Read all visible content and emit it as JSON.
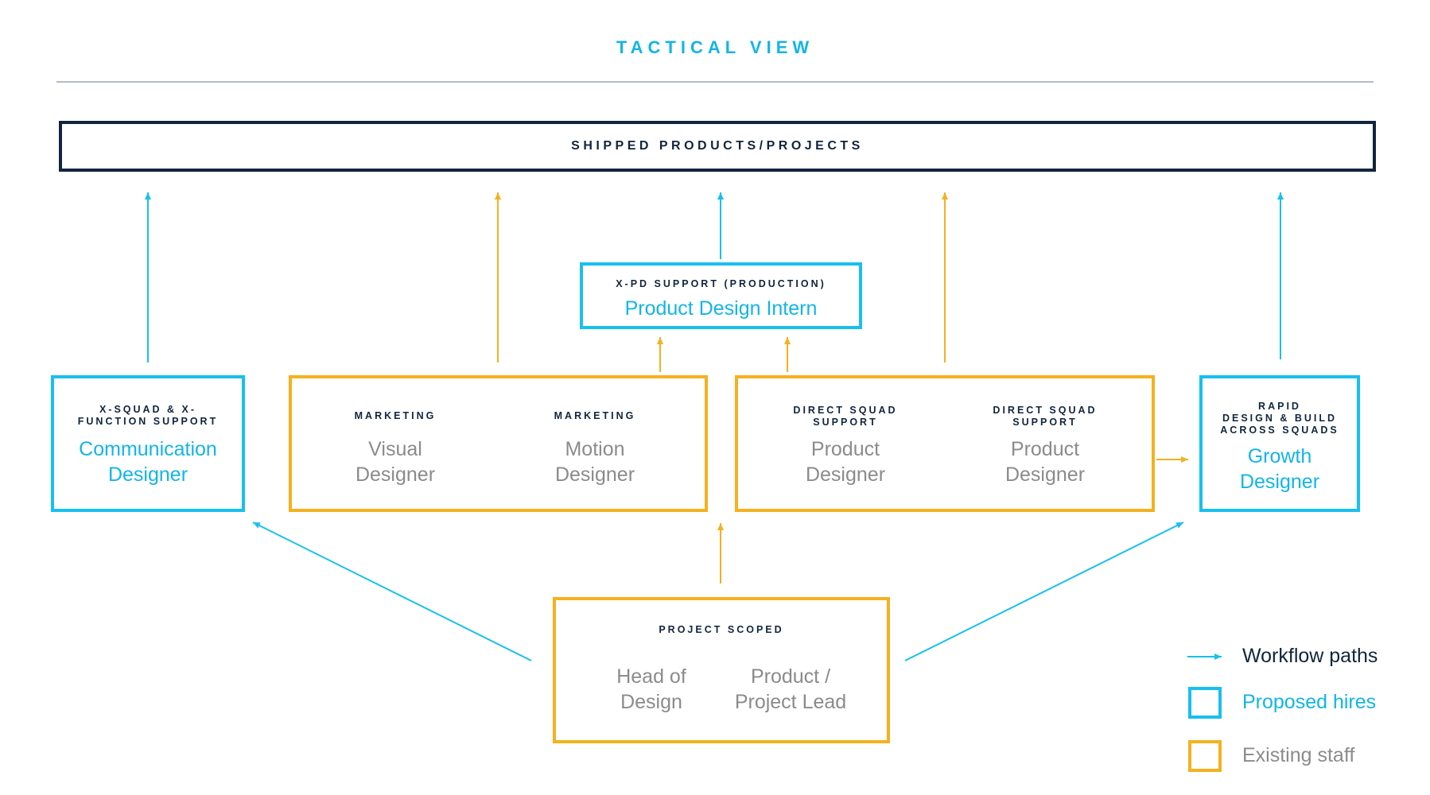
{
  "header": {
    "title": "TACTICAL VIEW"
  },
  "shipped": {
    "label": "SHIPPED PRODUCTS/PROJECTS"
  },
  "intern": {
    "caption": "X-PD SUPPORT (PRODUCTION)",
    "role": "Product Design Intern"
  },
  "communication": {
    "caption_line1": "X-SQUAD & X-",
    "caption_line2": "FUNCTION SUPPORT",
    "role_line1": "Communication",
    "role_line2": "Designer"
  },
  "marketing": {
    "visual": {
      "caption": "MARKETING",
      "role_line1": "Visual",
      "role_line2": "Designer"
    },
    "motion": {
      "caption": "MARKETING",
      "role_line1": "Motion",
      "role_line2": "Designer"
    }
  },
  "squad": {
    "product1": {
      "caption_line1": "DIRECT SQUAD",
      "caption_line2": "SUPPORT",
      "role_line1": "Product",
      "role_line2": "Designer"
    },
    "product2": {
      "caption_line1": "DIRECT SQUAD",
      "caption_line2": "SUPPORT",
      "role_line1": "Product",
      "role_line2": "Designer"
    }
  },
  "growth": {
    "caption_line1": "RAPID",
    "caption_line2": "DESIGN & BUILD",
    "caption_line3": "ACROSS SQUADS",
    "role_line1": "Growth",
    "role_line2": "Designer"
  },
  "project": {
    "caption": "PROJECT SCOPED",
    "head": {
      "line1": "Head of",
      "line2": "Design"
    },
    "lead": {
      "line1": "Product /",
      "line2": "Project Lead"
    }
  },
  "legend": {
    "workflow": "Workflow paths",
    "proposed": "Proposed hires",
    "existing": "Existing staff"
  },
  "colors": {
    "proposed": "#17c0ef",
    "existing": "#f5b11e",
    "dark": "#11253d",
    "muted": "#8b8b8b"
  }
}
